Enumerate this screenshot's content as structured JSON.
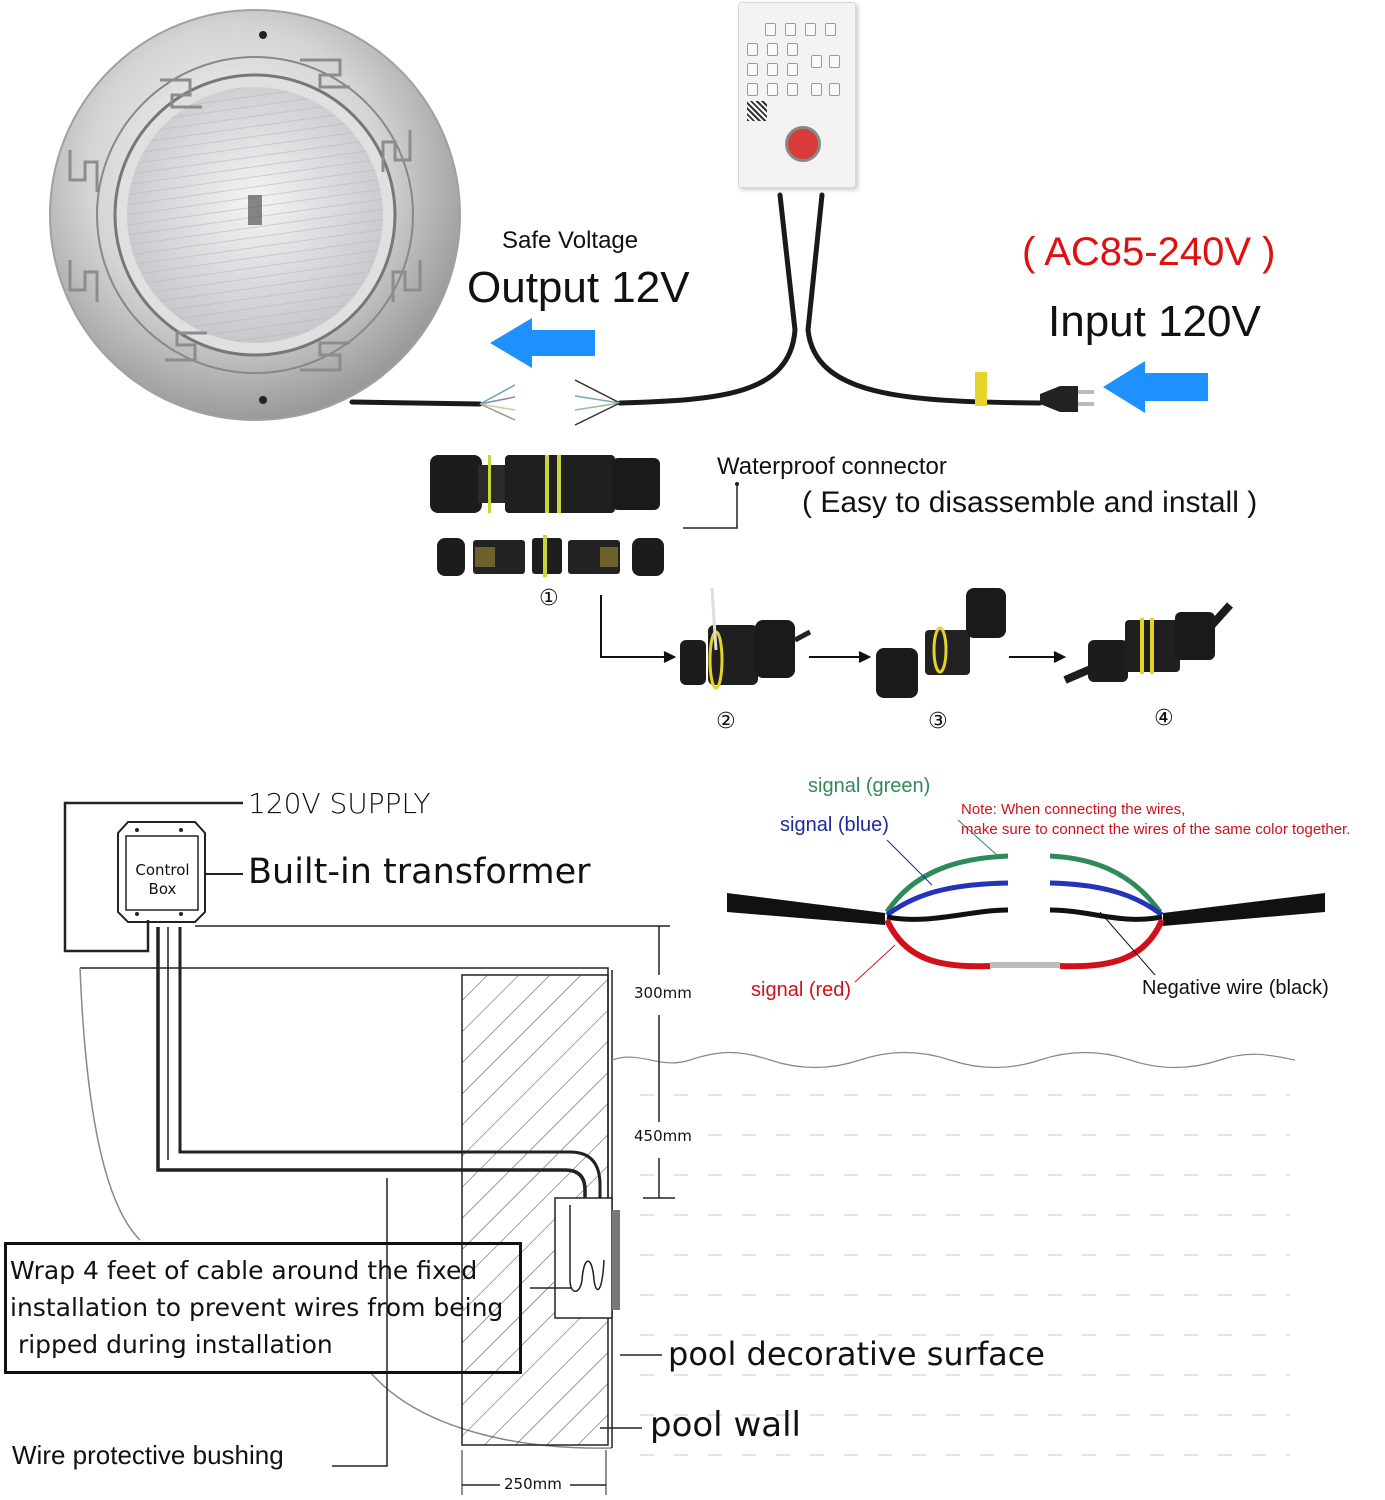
{
  "top_section": {
    "output_label": {
      "small": "Safe Voltage",
      "large": "Output 12V"
    },
    "input_label": {
      "range": "( AC85-240V )",
      "large": "Input 120V"
    },
    "connector_label": {
      "title": "Waterproof  connector",
      "subtitle": "( Easy to disassemble and install )"
    },
    "steps": [
      "①",
      "②",
      "③",
      "④"
    ],
    "colors": {
      "arrow": "#1e90ff",
      "range_text": "#e01010"
    }
  },
  "wiring": {
    "signal_green": "signal (green)",
    "signal_blue": "signal (blue)",
    "signal_red": "signal (red)",
    "negative_black": "Negative wire (black)",
    "note_line1": "Note: When connecting the wires,",
    "note_line2": "make sure to connect the wires of the same color together.",
    "colors": {
      "green": "#2e8b57",
      "blue": "#1f2a9a",
      "red": "#d0101a",
      "black": "#111111"
    }
  },
  "install_diagram": {
    "supply": "120V SUPPLY",
    "control_box": "Control Box",
    "transformer": "Built-in transformer",
    "dim_top": "300mm",
    "dim_water": "450mm",
    "dim_wall": "250mm",
    "wrap_note": "Wrap 4 feet of cable around the fixed\ninstallation to prevent wires from being\n ripped during installation",
    "decorative_surface": "pool decorative surface",
    "pool_wall": "pool wall",
    "bushing": "Wire protective bushing"
  }
}
